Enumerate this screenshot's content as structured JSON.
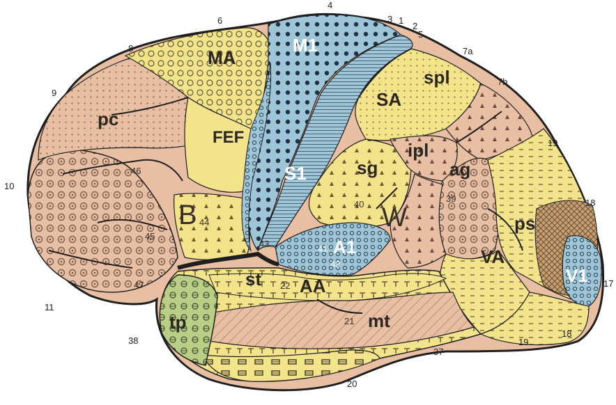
{
  "regions": {
    "MA": "MA",
    "M1": "M1",
    "SA": "SA",
    "spl": "spl",
    "pc": "pc",
    "FEF": "FEF",
    "S1": "S1",
    "sg": "sg",
    "ipl": "ipl",
    "ag": "ag",
    "B": "B",
    "W": "W",
    "ps": "ps",
    "A1": "A1",
    "VA": "VA",
    "V1": "V1",
    "st": "st",
    "AA": "AA",
    "tp": "tp",
    "mt": "mt"
  },
  "numbers": {
    "n1": "1",
    "n2": "2",
    "n3": "3",
    "n4": "4",
    "n5": "5",
    "n6": "6",
    "n7a": "7a",
    "n7b": "7b",
    "n8": "8",
    "n9": "9",
    "n10": "10",
    "n11": "11",
    "n17": "17",
    "n18a": "18",
    "n18b": "18",
    "n19a": "19",
    "n19b": "19",
    "n20": "20",
    "n37": "37",
    "n38": "38"
  },
  "inner_numbers": {
    "i46": "46",
    "i45": "45",
    "i47": "47",
    "i44": "44",
    "i43": "43",
    "i40": "40",
    "i39": "39",
    "i41": "41",
    "i42": "42",
    "i22": "22",
    "i21": "21"
  },
  "colors": {
    "peach": "#e8bfa3",
    "yellow": "#f3e38a",
    "blue": "#9fc6d8",
    "green": "#b9cf86",
    "outline": "#1e1e1e"
  }
}
